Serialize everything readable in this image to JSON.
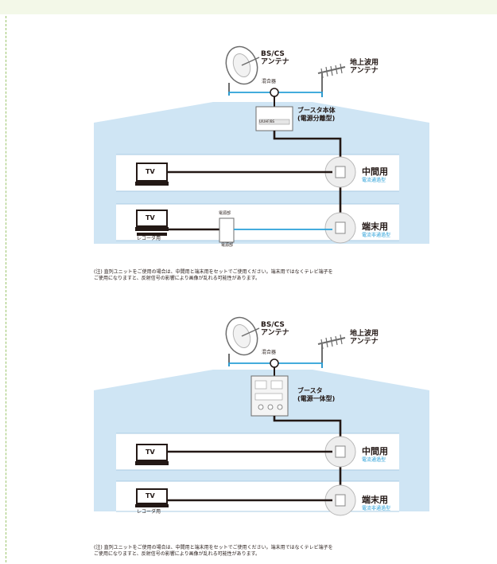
{
  "colors": {
    "roof": "#cfe5f4",
    "room": "#ffffff",
    "cable": "#231815",
    "accent": "#2aa0d8",
    "frame": "#9bc46b"
  },
  "diagram1": {
    "antenna_bs": "BS/CS\nアンテナ",
    "antenna_terrestrial": "地上波用\nアンテナ",
    "mixer": "混合器",
    "booster": "ブースタ本体\n(電源分離型)",
    "booster_box_label": "U/UHF/BS",
    "tv_top": "TV",
    "tv_bottom": "TV",
    "recorder": "レコーダ用",
    "power_supply": "電源部",
    "power_supply_sub": "電源部",
    "outlet1_title": "中間用",
    "outlet1_sub": "電流通過型",
    "outlet2_title": "端末用",
    "outlet2_sub": "電流非通過型",
    "note": "(注) 直列ユニットをご使用の場合は、中間用と端末用をセットでご使用ください。端末用ではなくテレビ端子を\nご使用になりますと、反射信号の影響により画像が乱れる可能性があります。"
  },
  "diagram2": {
    "antenna_bs": "BS/CS\nアンテナ",
    "antenna_terrestrial": "地上波用\nアンテナ",
    "mixer": "混合器",
    "booster": "ブースタ\n(電源一体型)",
    "tv_top": "TV",
    "tv_bottom": "TV",
    "recorder": "レコーダ用",
    "outlet1_title": "中間用",
    "outlet1_sub": "電流通過型",
    "outlet2_title": "端末用",
    "outlet2_sub": "電流非通過型",
    "note": "(注) 直列ユニットをご使用の場合は、中間用と端末用をセットでご使用ください。端末用ではなくテレビ端子を\nご使用になりますと、反射信号の影響により画像が乱れる可能性があります。"
  }
}
